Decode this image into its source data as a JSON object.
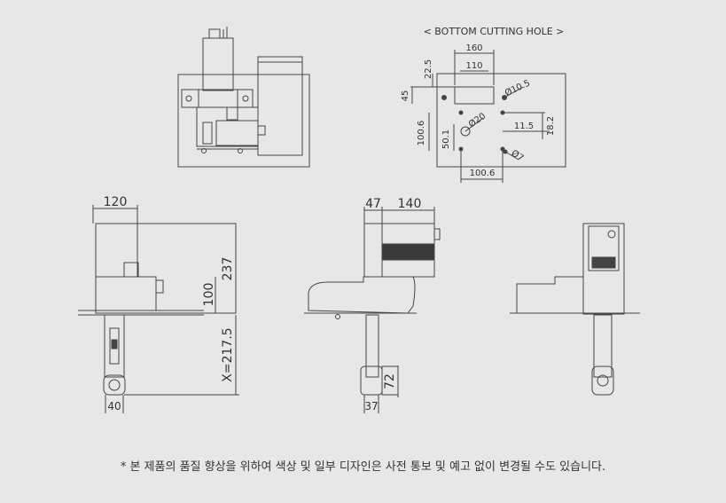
{
  "header_label": "< BOTTOM CUTTING HOLE >",
  "cutout_dims": {
    "w160": "160",
    "w110": "110",
    "h22_5": "22.5",
    "h45": "45",
    "h100_6": "100.6",
    "h50_1": "50.1",
    "d10_5": "Ø10.5",
    "d20": "Ø20",
    "d7": "Ø7",
    "w11_5": "11.5",
    "h18_2": "18.2",
    "w100_6": "100.6"
  },
  "front_dims": {
    "w120": "120",
    "h237": "237",
    "h100": "100",
    "x217_5": "X=217.5",
    "w40": "40"
  },
  "side_dims": {
    "w47": "47",
    "w140": "140",
    "h72": "72",
    "w37": "37"
  },
  "note": "* 본 제품의 품질 향상을 위하여 색상 및 일부 디자인은 사전 통보 및 예고 없이 변경될 수도 있습니다.",
  "colors": {
    "background": "#e7e7e7",
    "line": "#444444",
    "dark_band": "#3a3a3a",
    "text": "#333333"
  }
}
